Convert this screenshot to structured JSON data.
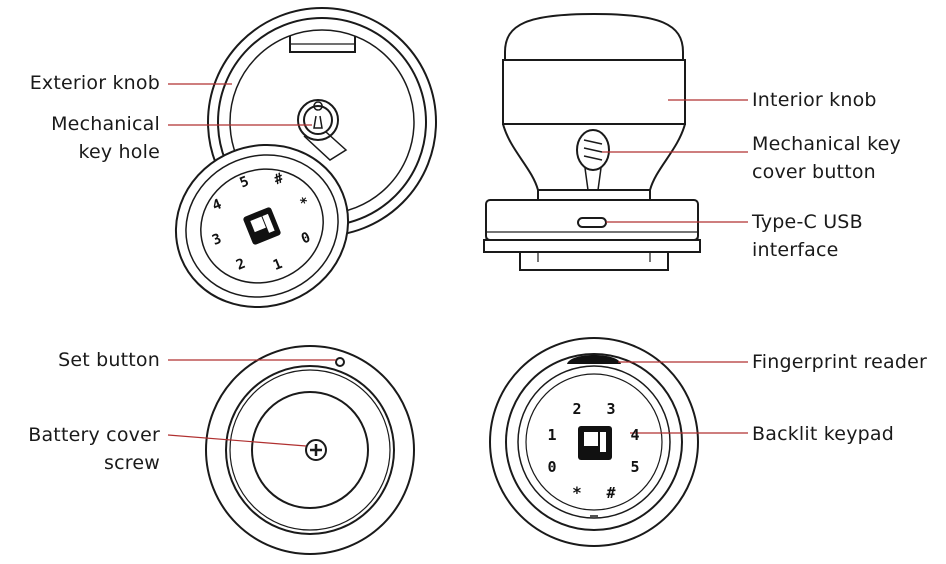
{
  "labels": {
    "exterior_knob": "Exterior knob",
    "mechanical_key_hole": [
      "Mechanical",
      "key hole"
    ],
    "interior_knob": "Interior knob",
    "mechanical_key_cover_button": [
      "Mechanical key",
      "cover button"
    ],
    "type_c_usb_interface": [
      "Type-C USB",
      "interface"
    ],
    "set_button": "Set button",
    "battery_cover_screw": [
      "Battery cover",
      "screw"
    ],
    "fingerprint_reader": "Fingerprint reader",
    "backlit_keypad": "Backlit keypad"
  },
  "keypad_front": {
    "keys": [
      "1",
      "2",
      "3",
      "4",
      "5",
      "0",
      "*",
      "#"
    ]
  },
  "keypad_tilted": {
    "keys": [
      "5",
      "#",
      "*",
      "0",
      "1",
      "2",
      "3",
      "4"
    ]
  },
  "colors": {
    "line": "#1a1a1a",
    "leader": "#b03030",
    "text": "#1a1a1a"
  }
}
